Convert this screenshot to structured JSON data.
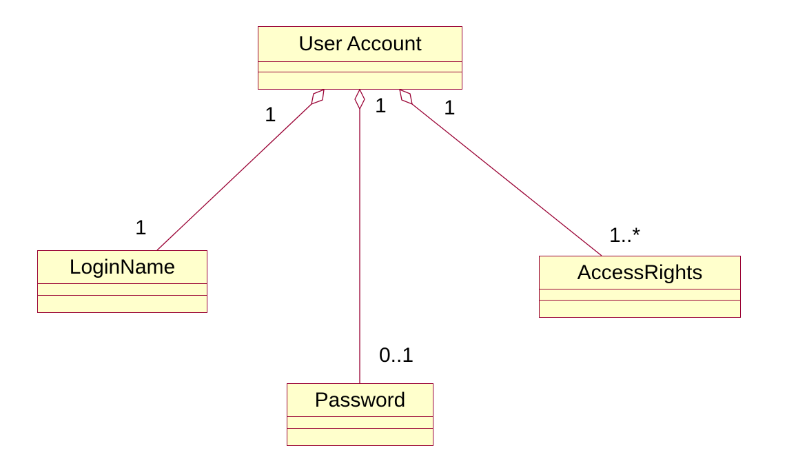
{
  "colors": {
    "class_fill": "#ffffcc",
    "class_border": "#990033",
    "association_line": "#990033",
    "text": "#000000",
    "background": "#ffffff"
  },
  "classes": {
    "user_account": {
      "name": "User Account"
    },
    "login_name": {
      "name": "LoginName"
    },
    "password": {
      "name": "Password"
    },
    "access_rights": {
      "name": "AccessRights"
    }
  },
  "associations": {
    "login_name": {
      "kind": "aggregation",
      "whole_multiplicity": "1",
      "part_multiplicity": "1"
    },
    "password": {
      "kind": "aggregation",
      "whole_multiplicity": "1",
      "part_multiplicity": "0..1"
    },
    "access_rights": {
      "kind": "aggregation",
      "whole_multiplicity": "1",
      "part_multiplicity": "1..*"
    }
  }
}
